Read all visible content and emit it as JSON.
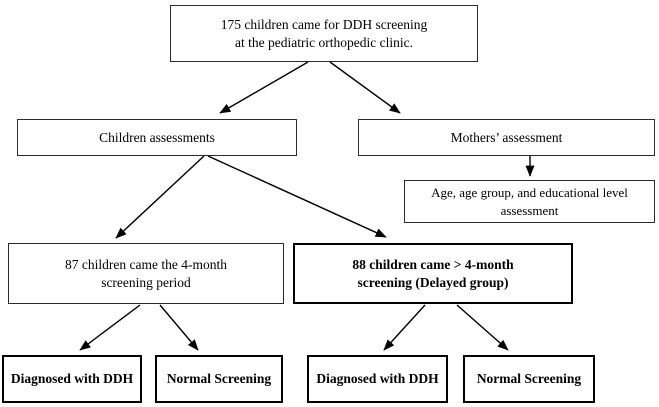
{
  "diagram": {
    "title": "DDH screening participant flow",
    "colors": {
      "background": "#ffffff",
      "box_border": "#2b2b2b",
      "box_border_thick": "#000000",
      "text": "#000000",
      "arrow": "#000000"
    },
    "nodes": [
      {
        "id": "root",
        "text": "175 children came for DDH screening\nat the pediatric orthopedic clinic.",
        "bold": false
      },
      {
        "id": "children_assessments",
        "text": "Children assessments",
        "bold": false
      },
      {
        "id": "mothers_assessment",
        "text": "Mothers’ assessment",
        "bold": false
      },
      {
        "id": "age_assessment",
        "text": "Age, age group, and educational level\nassessment",
        "bold": false
      },
      {
        "id": "on_time_group",
        "text": "87 children came the 4-month\nscreening period",
        "bold": false
      },
      {
        "id": "delayed_group",
        "text": "88 children came > 4-month\nscreening (Delayed group)",
        "bold": true
      },
      {
        "id": "diagnosed_ddh_left",
        "text": "Diagnosed with DDH",
        "bold": true
      },
      {
        "id": "normal_screening_left",
        "text": "Normal Screening",
        "bold": true
      },
      {
        "id": "diagnosed_ddh_right",
        "text": "Diagnosed with DDH",
        "bold": true
      },
      {
        "id": "normal_screening_right",
        "text": "Normal Screening",
        "bold": true
      }
    ],
    "edges": [
      {
        "from": "root",
        "to": "children_assessments"
      },
      {
        "from": "root",
        "to": "mothers_assessment"
      },
      {
        "from": "mothers_assessment",
        "to": "age_assessment"
      },
      {
        "from": "children_assessments",
        "to": "on_time_group"
      },
      {
        "from": "children_assessments",
        "to": "delayed_group"
      },
      {
        "from": "on_time_group",
        "to": "diagnosed_ddh_left"
      },
      {
        "from": "on_time_group",
        "to": "normal_screening_left"
      },
      {
        "from": "delayed_group",
        "to": "diagnosed_ddh_right"
      },
      {
        "from": "delayed_group",
        "to": "normal_screening_right"
      }
    ]
  }
}
